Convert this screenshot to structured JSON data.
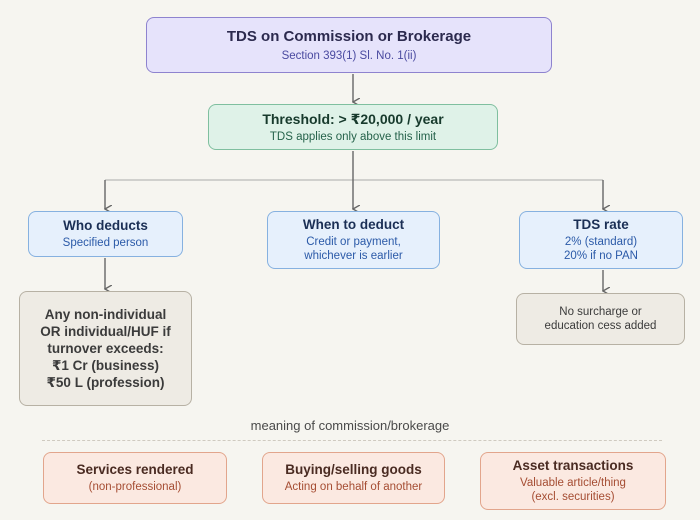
{
  "header": {
    "title": "TDS on Commission or Brokerage",
    "subtitle": "Section 393(1) Sl. No. 1(ii)"
  },
  "threshold": {
    "title": "Threshold: > ₹20,000 / year",
    "subtitle": "TDS applies only above this limit"
  },
  "who_deducts": {
    "title": "Who deducts",
    "subtitle": "Specified person",
    "detail_lines": [
      "Any non-individual",
      "OR individual/HUF if",
      "turnover exceeds:",
      "₹1 Cr (business)",
      "₹50 L (profession)"
    ]
  },
  "when_to_deduct": {
    "title": "When to deduct",
    "lines": [
      "Credit or payment,",
      "whichever is earlier"
    ]
  },
  "tds_rate": {
    "title": "TDS rate",
    "lines": [
      "2% (standard)",
      "20% if no PAN"
    ],
    "detail_lines": [
      "No surcharge or",
      "education cess added"
    ]
  },
  "meaning": {
    "label": "meaning of commission/brokerage",
    "items": [
      {
        "title": "Services rendered",
        "lines": [
          "(non-professional)"
        ]
      },
      {
        "title": "Buying/selling goods",
        "lines": [
          "Acting on behalf of another"
        ]
      },
      {
        "title": "Asset transactions",
        "lines": [
          "Valuable article/thing",
          "(excl. securities)"
        ]
      }
    ]
  }
}
